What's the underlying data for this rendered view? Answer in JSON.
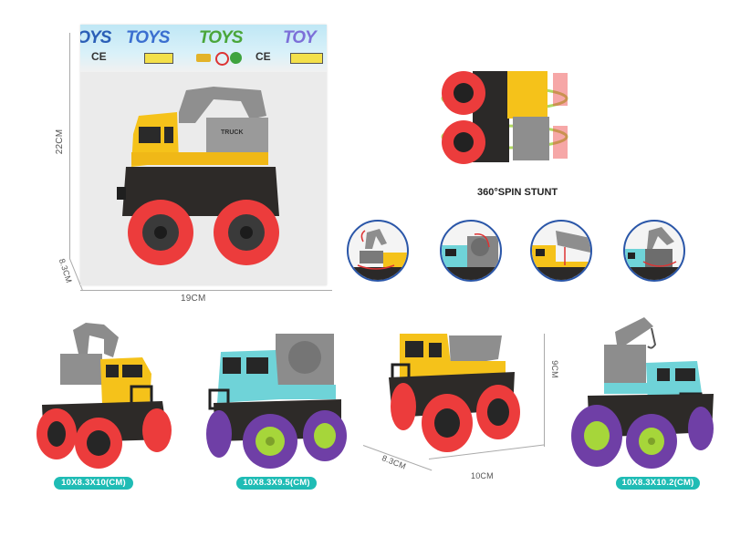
{
  "package": {
    "brand_text": [
      "TOYS",
      "TOYS",
      "TOYS"
    ],
    "cert_marks": [
      "CE",
      "CE"
    ],
    "dimensions": {
      "height": "22CM",
      "width": "19CM",
      "depth": "8.3CM"
    }
  },
  "features": {
    "spin_label": "360°SPIN STUNT",
    "detail_circles": [
      {
        "name": "excavator-arm-rotate",
        "cab_color": "#f5c21a"
      },
      {
        "name": "mixer-drum-rotate",
        "cab_color": "#6fd3d8"
      },
      {
        "name": "dump-bed-tilt",
        "cab_color": "#f5c21a"
      },
      {
        "name": "crane-boom-rotate",
        "cab_color": "#6fd3d8"
      }
    ]
  },
  "products": [
    {
      "type": "excavator",
      "cab_color": "#f5c21a",
      "tire_color": "#ec3c3c",
      "rim_color": "#2b2b2b",
      "size_label": "10X8.3X10(CM)"
    },
    {
      "type": "cement-mixer",
      "cab_color": "#6fd3d8",
      "tire_color": "#6f3fa6",
      "rim_color": "#a6d63a",
      "size_label": "10X8.3X9.5(CM)"
    },
    {
      "type": "dump-truck",
      "cab_color": "#f5c21a",
      "tire_color": "#ec3c3c",
      "rim_color": "#2b2b2b",
      "size_label": ""
    },
    {
      "type": "crane",
      "cab_color": "#6fd3d8",
      "tire_color": "#6f3fa6",
      "rim_color": "#a6d63a",
      "size_label": "10X8.3X10.2(CM)"
    }
  ],
  "product_dimensions": {
    "height": "9CM",
    "width": "10CM",
    "depth": "8.3CM"
  },
  "colors": {
    "label_pill": "#1fbcb5",
    "circle_border": "#2a56a8",
    "dim_line": "#aaaaaa"
  }
}
